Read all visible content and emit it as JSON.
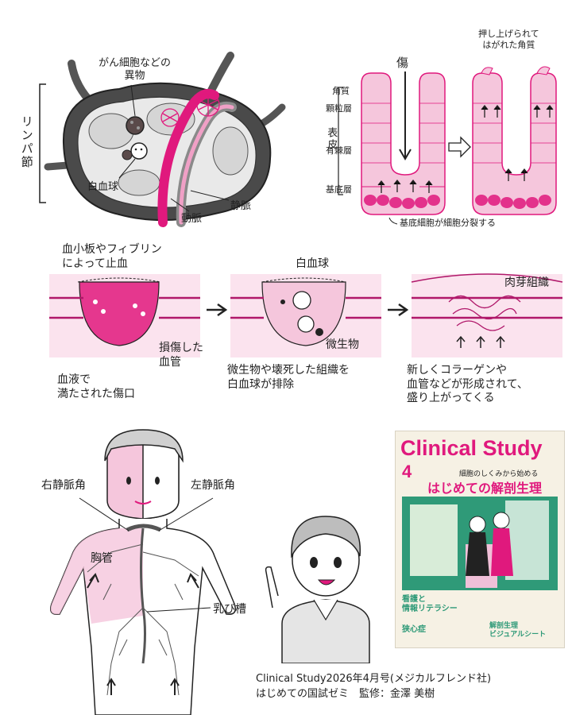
{
  "lymph_node": {
    "title_vertical": "リンパ節",
    "foreign_body": "がん細胞などの\n異物",
    "white_blood_cell": "白血球",
    "artery": "動脈",
    "vein": "静脈"
  },
  "epidermis": {
    "side_label": "表皮",
    "layers": [
      "角質",
      "顆粒層",
      "有棘層",
      "基底層"
    ],
    "wound": "傷",
    "peeled_keratin": "押し上げられて\nはがれた角質",
    "basal_note": "基底細胞が細胞分裂する"
  },
  "wound_healing": {
    "step1_top": "血小板やフィブリン\nによって止血",
    "step1_vessel": "損傷した\n血管",
    "step1_bottom": "血液で\n満たされた傷口",
    "step2_wbc": "白血球",
    "step2_microbe": "微生物",
    "step2_bottom": "微生物や壊死した組織を\n白血球が排除",
    "step3_tissue": "肉芽組織",
    "step3_bottom": "新しくコラーゲンや\n血管などが形成されて、\n盛り上がってくる"
  },
  "lymph_body": {
    "right_venous_angle": "右静脈角",
    "left_venous_angle": "左静脈角",
    "thoracic_duct": "胸管",
    "cisterna_chyli": "乳び槽"
  },
  "magazine_cover": {
    "title": "Clinical Study",
    "issue": "4",
    "feature_prefix": "細胞のしくみから始める",
    "feature_title": "はじめての解剖生理",
    "side_item_1": "看護と\n情報リテラシー",
    "side_item_2": "狭心症",
    "side_item_3": "解剖生理\nビジュアルシート"
  },
  "caption": {
    "line1": "Clinical Study2026年4月号(メジカルフレンド社)",
    "line2": "はじめての国試ゼミ　監修：金澤 美樹"
  },
  "colors": {
    "accent_pink": "#e0197d",
    "light_pink": "#f5c6dc",
    "pale_pink": "#fbe3ee",
    "ink": "#222222",
    "node_gray": "#4a4a4a",
    "cover_green": "#2f9a78"
  }
}
